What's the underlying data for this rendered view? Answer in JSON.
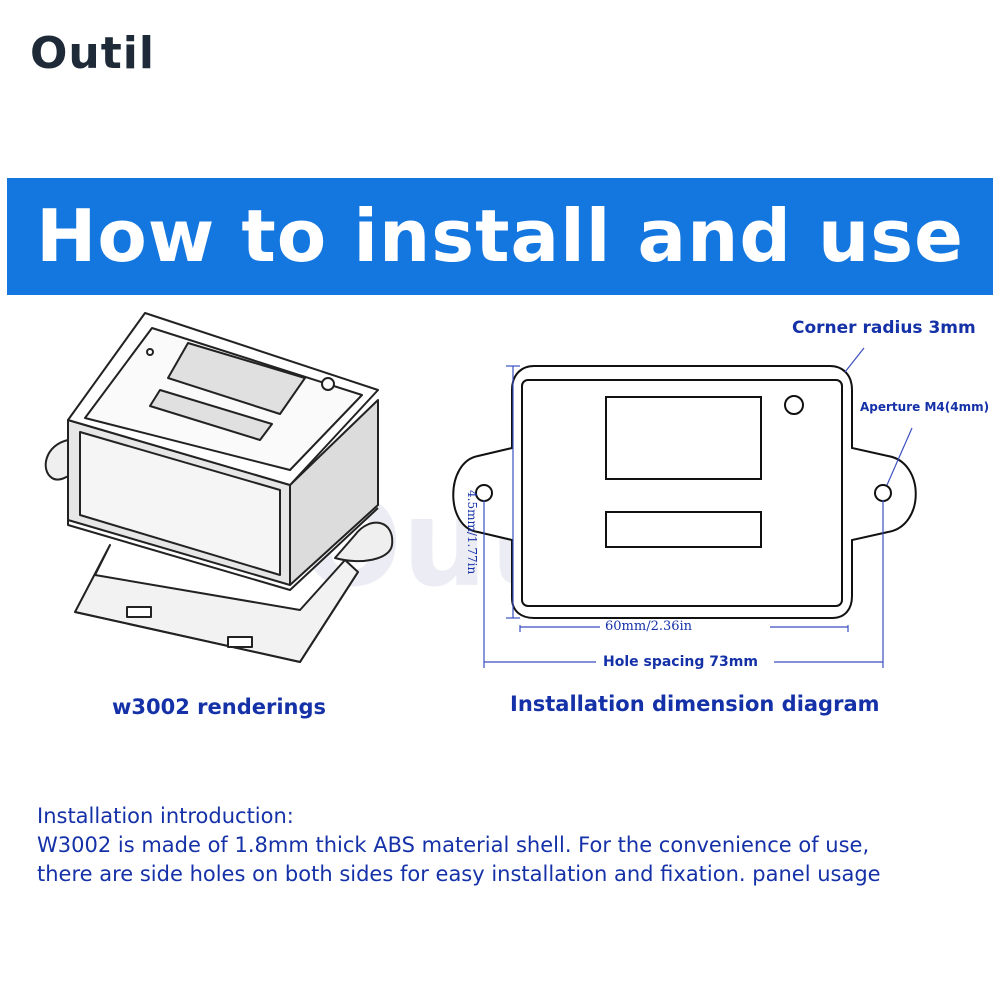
{
  "brand": {
    "logo_text": "Outil",
    "watermark": "Outil"
  },
  "banner": {
    "title": "How to install and use",
    "color": "#1477e0"
  },
  "rendering": {
    "caption": "w3002 renderings"
  },
  "diagram": {
    "caption": "Installation dimension diagram",
    "corner_radius_label": "Corner radius 3mm",
    "aperture_label": "Aperture M4(4mm)",
    "height_label": "4.5mm/1.77in",
    "width_label": "60mm/2.36in",
    "hole_spacing_label": "Hole spacing 73mm"
  },
  "intro": {
    "heading": "Installation introduction:",
    "line1": "W3002 is made of 1.8mm thick ABS material shell. For the convenience of use,",
    "line2": "there are side holes on both sides for easy installation and fixation. panel usage"
  },
  "colors": {
    "text_blue": "#1531a8",
    "line_blue": "#3a4fc0"
  }
}
